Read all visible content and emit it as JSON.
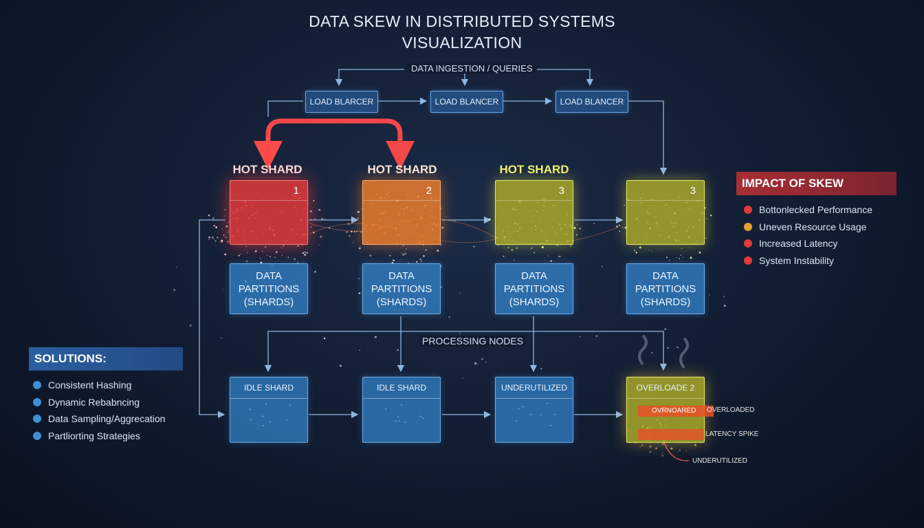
{
  "title": "DATA SKEW IN DISTRIBUTED SYSTEMS\nVISUALIZATION",
  "title_line1": "DATA SKEW IN DISTRIBUTED SYSTEMS",
  "title_line2": "VISUALIZATION",
  "ingestion_label": "DATA INGESTION / QUERIES",
  "processing_label": "PROCESSING NODES",
  "load_balancers": [
    "LOAD BLARCER",
    "LOAD BLANCER",
    "LOAD BLANCER"
  ],
  "shards": [
    {
      "title": "HOT SHARD",
      "number": "1",
      "color": "#e23a3a"
    },
    {
      "title": "HOT SHARD",
      "number": "2",
      "color": "#eb7d2d"
    },
    {
      "title": "HOT SHARD",
      "number": "3",
      "color": "#afaf28"
    },
    {
      "title": "",
      "number": "3",
      "color": "#afaf28"
    }
  ],
  "partition_label": "DATA\nPARTITIONS\n(SHARDS)",
  "nodes": [
    {
      "label": "IDLE SHARD"
    },
    {
      "label": "IDLE SHARD"
    },
    {
      "label": "UNDERUTILIZED"
    },
    {
      "label": "OVERLOADE 2"
    }
  ],
  "node_tags": {
    "overloaded_box": "OVRNOARED",
    "overloaded": "OVERLOADED",
    "latency": "LATENCY SPIKE",
    "underutilized": "UNDERUTILIZED"
  },
  "impact": {
    "heading": "IMPACT OF SKEW",
    "items": [
      {
        "text": "Bottonlecked Performance",
        "color": "#e03b3b"
      },
      {
        "text": "Uneven Resource Usage",
        "color": "#e5a030"
      },
      {
        "text": "Increased Latency",
        "color": "#e03b3b"
      },
      {
        "text": "System Instability",
        "color": "#e03b3b"
      }
    ]
  },
  "solutions": {
    "heading": "SOLUTIONS:",
    "items": [
      {
        "text": "Consistent Hashing",
        "color": "#3f8fd6"
      },
      {
        "text": "Dynamic Rebabncing",
        "color": "#3f8fd6"
      },
      {
        "text": "Data Sampling/Aggrecation",
        "color": "#3f8fd6"
      },
      {
        "text": "Partliorting Strategies",
        "color": "#3f8fd6"
      }
    ]
  },
  "colors": {
    "background": "#111c30",
    "box_blue": "#3282c8",
    "hot_red": "#e23a3a",
    "hot_orange": "#eb7d2d",
    "hot_yellow": "#afaf28",
    "arrow_red": "#ff4a4a"
  }
}
